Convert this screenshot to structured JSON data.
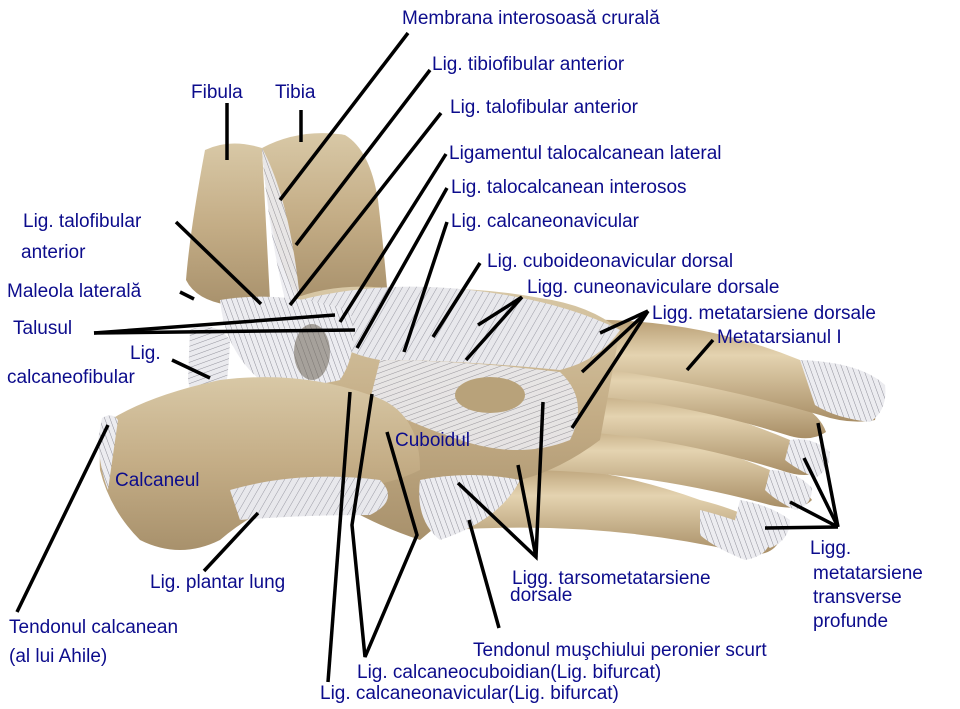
{
  "figure": {
    "language": "ro",
    "text_color": "#0c0c8c",
    "line_color": "#000000",
    "bone_color": "#c9b48e",
    "ligament_color": "#e6e6ea"
  },
  "labels": {
    "membrana": "Membrana interosoasă crurală",
    "tibiofibular": "Lig. tibiofibular anterior",
    "talofibular_top": "Lig. talofibular anterior",
    "talocalcanean_lateral": "Ligamentul talocalcanean lateral",
    "talocalcanean_interosos": "Lig. talocalcanean interosos",
    "calcaneonavicular_top": "Lig. calcaneonavicular",
    "cuboideonavicular": "Lig. cuboideonavicular dorsal",
    "cuneonaviculare": "Ligg.  cuneonaviculare dorsale",
    "metatarsiene_dorsale": "Ligg. metatarsiene dorsale",
    "metatarsianul": "Metatarsianul I",
    "fibula": "Fibula",
    "tibia": "Tibia",
    "talofibular_left_1": "Lig. talofibular",
    "talofibular_left_2": "anterior",
    "maleola": "Maleola laterală",
    "talusul": "Talusul",
    "calcaneofibular_1": "Lig.",
    "calcaneofibular_2": "calcaneofibular",
    "cuboidul": "Cuboidul",
    "calcaneul": "Calcaneul",
    "plantar_lung": "Lig. plantar lung",
    "tendon_calcanean_1": "Tendonul calcanean",
    "tendon_calcanean_2": "(al lui Ahile)",
    "tarsometatarsiene_1": "Ligg. tarsometatarsiene",
    "tarsometatarsiene_2": "dorsale",
    "transverse_1": "Ligg.",
    "transverse_2": "metatarsiene",
    "transverse_3": "transverse",
    "transverse_4": "profunde",
    "peronier": "Tendonul muşchiului peronier scurt",
    "calcaneocuboidian": "Lig. calcaneocuboidian(Lig. bifurcat)",
    "calcaneonavicular_bottom": "Lig. calcaneonavicular(Lig. bifurcat)"
  }
}
